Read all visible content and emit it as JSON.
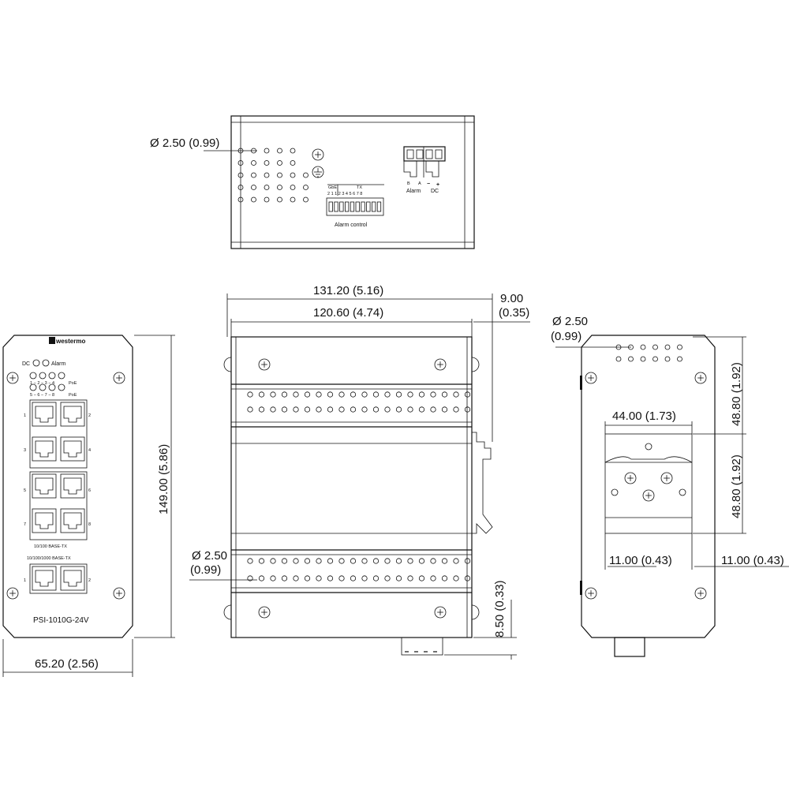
{
  "top_view": {
    "hole_dim": "Ø 2.50 (0.99)",
    "alarm_control_label": "Alarm control",
    "dip_header_gbe": "GbE",
    "dip_header_tx": "TX",
    "dip_numbers": "2 1 1 2 3 4 5 6 7 8",
    "terminal_labels": {
      "b": "B",
      "a": "A",
      "minus": "−",
      "plus": "+"
    },
    "alarm_label": "Alarm",
    "dc_label": "DC"
  },
  "front_view": {
    "brand": "westermo",
    "dc_label": "DC",
    "alarm_label": "Alarm",
    "poe_label": "PoE",
    "led_row1_numbers": "1 − 2 − 3 − 4",
    "led_row2_numbers": "5 − 6 − 7 − 8",
    "port_numbers": [
      "1",
      "2",
      "3",
      "4",
      "5",
      "6",
      "7",
      "8",
      "1",
      "2"
    ],
    "base_tx_label": "10/100 BASE-TX",
    "gbe_label": "10/100/1000 BASE-TX",
    "model": "PSI-1010G-24V",
    "height_dim": "149.00 (5.86)",
    "width_dim": "65.20 (2.56)"
  },
  "side_view": {
    "total_width_dim": "131.20 (5.16)",
    "body_width_dim": "120.60 (4.74)",
    "clip_depth_dim": "9.00",
    "clip_depth_dim_in": "(0.35)",
    "hole_dim": "Ø 2.50",
    "hole_dim_in": "(0.99)",
    "bottom_dim": "8.50 (0.33)"
  },
  "rear_view": {
    "hole_dim": "Ø 2.50",
    "hole_dim_in": "(0.99)",
    "rail_width_dim": "44.00 (1.73)",
    "top_offset_dim": "48.80 (1.92)",
    "rail_height_dim": "48.80 (1.92)",
    "left_margin_dim": "11.00 (0.43)",
    "right_margin_dim": "11.00 (0.43)"
  }
}
